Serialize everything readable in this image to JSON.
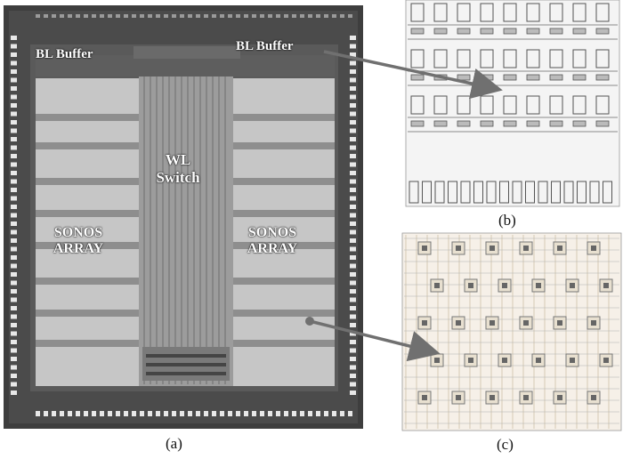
{
  "panel_a": {
    "label_bl_buffer_left": "BL Buffer",
    "label_bl_buffer_right": "BL Buffer",
    "label_wl_switch_line1": "WL",
    "label_wl_switch_line2": "Switch",
    "label_sonos_left_line1": "SONOS",
    "label_sonos_left_line2": "ARRAY",
    "label_sonos_right_line1": "SONOS",
    "label_sonos_right_line2": "ARRAY",
    "caption": "(a)"
  },
  "panel_b": {
    "caption": "(b)"
  },
  "panel_c": {
    "caption": "(c)"
  },
  "colors": {
    "die_dark": "#4a4a4a",
    "array_light": "#c4c4c4",
    "arrow": "#707070",
    "layout_line": "#8a8a8a"
  }
}
